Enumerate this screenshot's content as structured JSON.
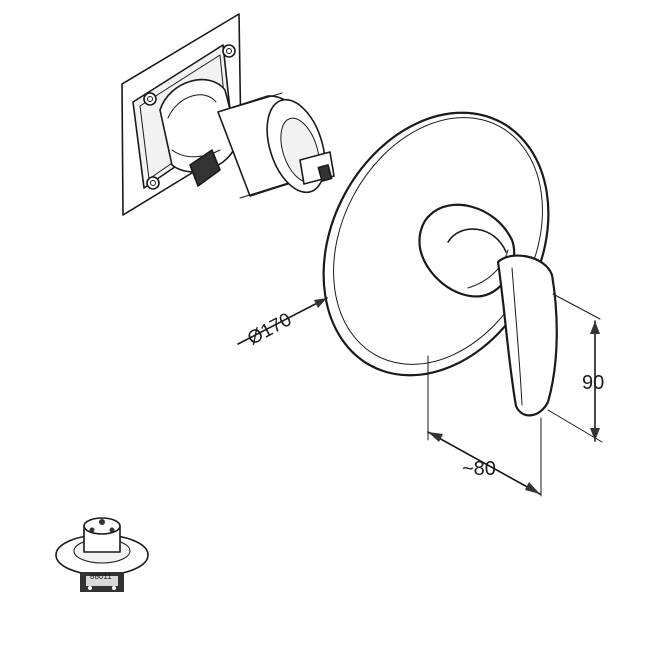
{
  "dimensions": {
    "diameter_label": "Ø170",
    "height_label": "90",
    "depth_label": "~80"
  },
  "thumbnail": {
    "code_label": "88011"
  },
  "colors": {
    "line": "#1a1a1a",
    "background": "#ffffff"
  }
}
